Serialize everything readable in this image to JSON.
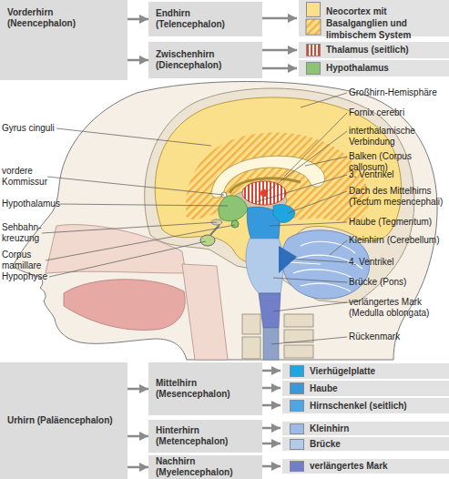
{
  "diagram": {
    "nodes": [
      {
        "text": [
          "Vorderhirn (Neencephalon)"
        ]
      },
      {
        "text": [
          "Endhirn (Telencephalon)"
        ]
      },
      {
        "text": [
          "Zwischenhirn (Diencephalon)"
        ]
      },
      {
        "text": [
          "Urhirn (Paläencephalon)"
        ]
      },
      {
        "text": [
          "Mittelhirn (Mesencephalon)"
        ]
      },
      {
        "text": [
          "Hinterhirn (Metencephalon)"
        ]
      },
      {
        "text": [
          "Nachhirn (Myelencephalon)"
        ]
      }
    ],
    "edges": [
      {
        "from": 0,
        "to": 1,
        "arrow": "to"
      },
      {
        "from": 0,
        "to": 2,
        "arrow": "to"
      },
      {
        "from": 3,
        "to": 4,
        "arrow": "to"
      },
      {
        "from": 3,
        "to": 5,
        "arrow": "to"
      },
      {
        "from": 3,
        "to": 6,
        "arrow": "to"
      }
    ],
    "labels": [
      "Gyrus cinguli",
      "vordere Kommissur",
      "Hypothalamus",
      "Sehbahn- kreuzung",
      "Corpus mamillare",
      "Hypophyse",
      "Großhirn-Hemisphäre",
      "Fornix cerebri",
      "interthalamische Verbindung",
      "Balken (Corpus callosum)",
      "3. Ventrikel",
      "Dach des Mittelhirns (Tectum mesencephali)",
      "Haube (Tegmentum)",
      "Kleinhirn (Cerebellum)",
      "4. Ventrikel",
      "Brücke (Pons)",
      "verlängertes Mark (Medulla oblongata)",
      "Rückenmark"
    ],
    "legend": [
      {
        "text": "Neocortex mit Basalganglien und limbischem System",
        "color": "#fbe08c"
      },
      {
        "text": "Thalamus (seitlich)",
        "color": "#e2412b"
      },
      {
        "text": "Hypothalamus",
        "color": "#8cc474"
      },
      {
        "text": "Vierhügelplatte",
        "color": "#1fa6df"
      },
      {
        "text": "Haube",
        "color": "#3599dc"
      },
      {
        "text": "Hirnschenkel (seitlich)",
        "color": "#4ea7e4"
      },
      {
        "text": "Kleinhirn",
        "color": "#9dbbe6"
      },
      {
        "text": "Brücke",
        "color": "#b3cbeb"
      },
      {
        "text": "verlängertes Mark",
        "color": "#717fc8"
      }
    ]
  }
}
